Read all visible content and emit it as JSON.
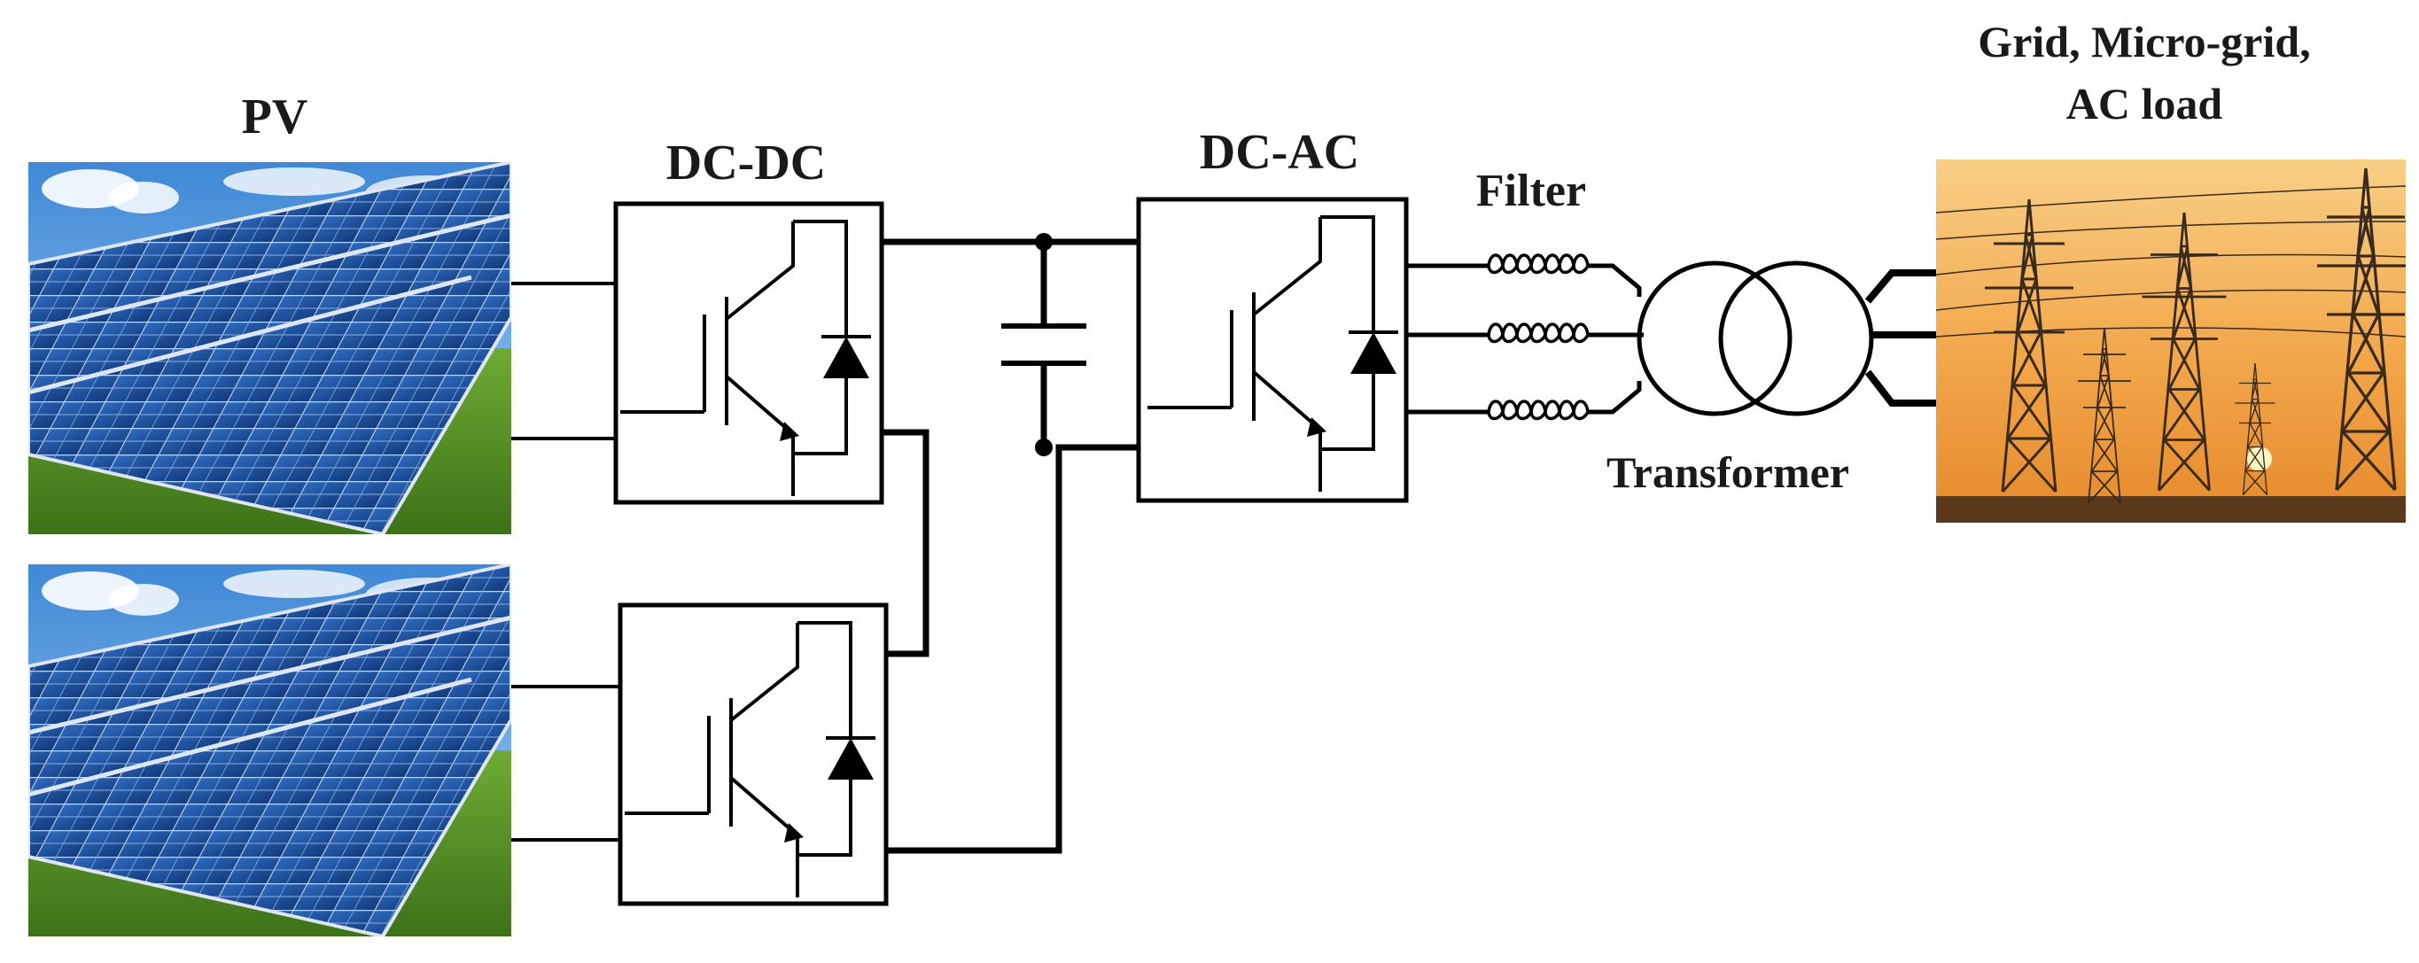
{
  "labels": {
    "pv": "PV",
    "dcdc": "DC-DC",
    "dcac": "DC-AC",
    "filter": "Filter",
    "transformer": "Transformer",
    "grid_line1": "Grid, Micro-grid,",
    "grid_line2": "AC load"
  },
  "colors": {
    "line": "#000000",
    "text": "#1a1a1a",
    "panel": "#1d4f9a",
    "sky": "#5fa3df",
    "grass": "#4e8a24",
    "sunset_sky": "#f3a43c"
  },
  "images": {
    "pv_panels": "solar-panel-photo",
    "grid": "power-tower-sunset-photo"
  }
}
